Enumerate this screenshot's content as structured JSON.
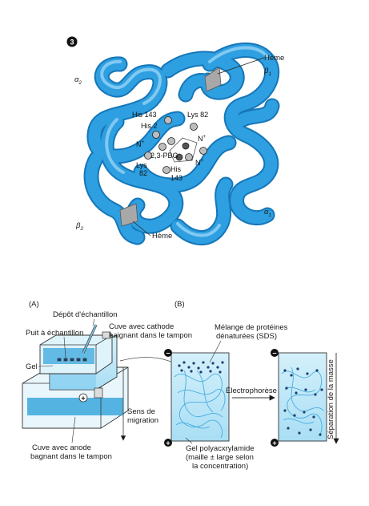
{
  "figure_top": {
    "number": "3",
    "labels": {
      "heme_top": "Hème",
      "heme_bottom": "Hème",
      "alpha2": "α",
      "alpha2_sub": "2",
      "beta1": "β",
      "beta1_sub": "1",
      "alpha1": "α",
      "alpha1_sub": "1",
      "beta2": "β",
      "beta2_sub": "2",
      "his143_top": "His 143",
      "lys82_top": "Lys 82",
      "his2": "His 2",
      "n_left": "N",
      "n_right": "N",
      "n_lower": "N",
      "plus_sup": "+",
      "bpg": "2,3-PBG",
      "lys82_bottom_1": "Lys",
      "lys82_bottom_2": "82",
      "his143_bottom_1": "His",
      "his143_bottom_2": "143"
    },
    "colors": {
      "tube": "#2e9fe0",
      "tube_dark": "#1576b8",
      "tube_light": "#8fd0f5",
      "heme": "#a8a8a8"
    }
  },
  "figure_bottom": {
    "panel_a": {
      "letter": "(A)",
      "sample_deposit": "Dépôt d'échantillon",
      "sample_well": "Puit à échantillon",
      "cathode_tank_1": "Cuve avec cathode",
      "cathode_tank_2": "baignant dans le tampon",
      "gel": "Gel",
      "migration_1": "Sens de",
      "migration_2": "migration",
      "anode_tank_1": "Cuve avec anode",
      "anode_tank_2": "bagnant dans le tampon",
      "minus": "−",
      "plus": "+"
    },
    "panel_b": {
      "letter": "(B)",
      "protein_mix_1": "Mélange de protéines",
      "protein_mix_2": "dénaturées (SDS)",
      "electrophoresis": "Électrophorèse",
      "gel_1": "Gel polyacxrylamide",
      "gel_2": "(maille ± large selon",
      "gel_3": "la concentration)",
      "mass_separation": "Séparation de la masse",
      "minus": "−",
      "plus": "+"
    },
    "colors": {
      "gel": "#bfe8f7",
      "buffer": "#3aa7dc",
      "dots": "#1e3f6e"
    }
  }
}
